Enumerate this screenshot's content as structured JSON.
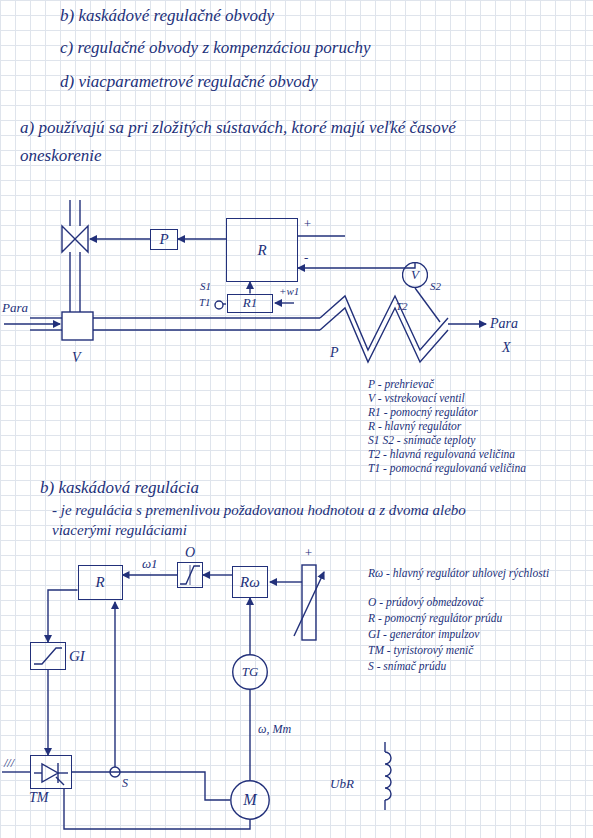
{
  "diagram": {
    "nodes": [
      {
        "text": [
          "P"
        ]
      },
      {
        "text": [
          "R"
        ]
      },
      {
        "text": [
          "R1"
        ]
      },
      {
        "text": [
          "V"
        ]
      },
      {
        "text": [
          "R"
        ]
      },
      {
        "text": [
          "O"
        ]
      },
      {
        "text": [
          "Rω"
        ]
      },
      {
        "text": [
          "GI"
        ]
      },
      {
        "text": [
          "TG"
        ]
      },
      {
        "text": [
          "TM"
        ]
      },
      {
        "text": [
          "M"
        ]
      }
    ],
    "edges": [
      {
        "from": 1,
        "to": 0,
        "arrow": "to"
      },
      {
        "from": 2,
        "to": 1,
        "arrow": "to"
      },
      {
        "from": 3,
        "to": 1,
        "arrow": "to"
      },
      {
        "from": 5,
        "to": 4,
        "label": "ω1",
        "arrow": "to"
      },
      {
        "from": 6,
        "to": 5,
        "arrow": "to"
      },
      {
        "from": 8,
        "to": 6,
        "arrow": "to"
      },
      {
        "from": 4,
        "to": 7,
        "arrow": "to"
      },
      {
        "from": 7,
        "to": 9,
        "arrow": "to"
      },
      {
        "from": 9,
        "to": 10,
        "arrow": "none"
      },
      {
        "from": 10,
        "to": 9,
        "arrow": "none"
      },
      {
        "from": 8,
        "to": 10,
        "arrow": "none"
      }
    ],
    "labels": [
      "b) kaskádové regulačné obvody",
      "c) regulačné obvody z kompenzáciou poruchy",
      "d) viacparametrové regulačné obvody",
      "a) používajú sa pri zložitých sústavách, ktoré majú veľké časové oneskorenie",
      "+",
      "-",
      "S2",
      "T2",
      "S1",
      "T1",
      "+w1",
      "Para",
      "V",
      "P",
      "Para",
      "X",
      "P - prehrievač",
      "V - vstrekovací ventil",
      "R1 - pomocný regulátor",
      "R - hlavný regulátor",
      "S1 S2 - snímače teploty",
      "T2 - hlavná regulovaná veličina",
      "T1 - pomocná regulovaná veličina",
      "b) kaskádová regulácia",
      "- je regulácia s premenlivou požadovanou hodnotou a z dvoma alebo viacerými reguláciami",
      "+",
      "ω, Mm",
      "S",
      "UbR",
      "///",
      "Rω - hlavný regulátor uhlovej rýchlosti",
      "O - prúdový obmedzovač",
      "R - pomocný regulátor prúdu",
      "GI - generátor impulzov",
      "TM - tyristorový menič",
      "S - snímač prúdu"
    ]
  }
}
